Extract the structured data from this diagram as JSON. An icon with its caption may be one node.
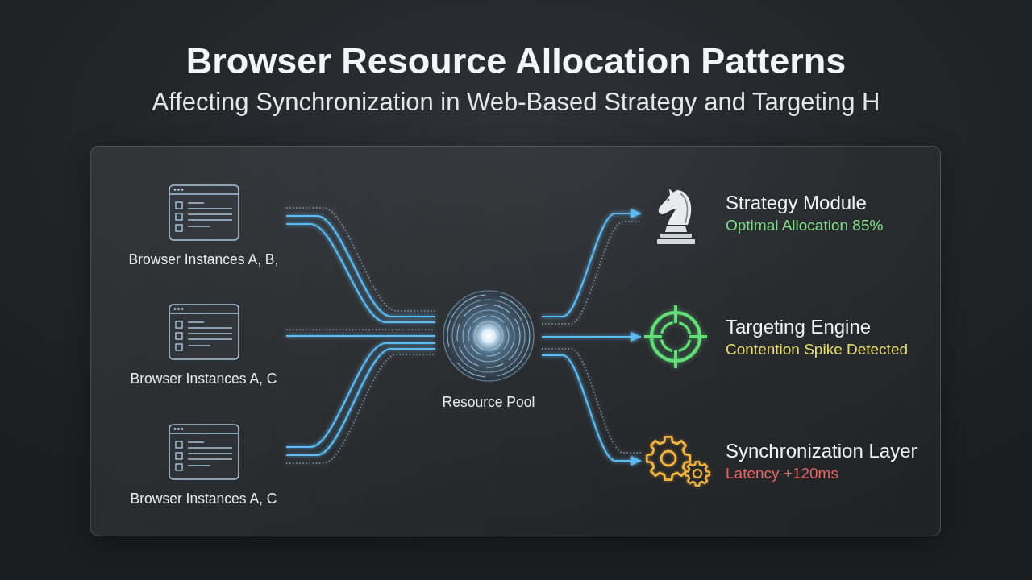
{
  "diagram": {
    "title": "Browser Resource Allocation Patterns",
    "nodes": [
      {
        "text": [
          "Browser Instances A, B,"
        ]
      },
      {
        "text": [
          "Browser Instances A, C"
        ]
      },
      {
        "text": [
          "Browser Instances A, C"
        ]
      },
      {
        "text": [
          "Resource Pool"
        ]
      },
      {
        "text": [
          "Strategy Module",
          "Optimal Allocation 85%"
        ]
      },
      {
        "text": [
          "Targeting Engine",
          "Contention Spike Detected"
        ]
      },
      {
        "text": [
          "Synchronization Layer",
          "Latency +120ms"
        ]
      }
    ],
    "edges": [
      {
        "from": 0,
        "to": 3,
        "arrow": "none"
      },
      {
        "from": 0,
        "to": 3,
        "arrow": "none"
      },
      {
        "from": 0,
        "to": 3,
        "arrow": "none",
        "style": "dashed"
      },
      {
        "from": 1,
        "to": 3,
        "arrow": "none",
        "style": "dashed"
      },
      {
        "from": 1,
        "to": 3,
        "arrow": "none"
      },
      {
        "from": 2,
        "to": 3,
        "arrow": "none"
      },
      {
        "from": 2,
        "to": 3,
        "arrow": "none"
      },
      {
        "from": 2,
        "to": 3,
        "arrow": "none",
        "style": "dashed"
      },
      {
        "from": 3,
        "to": 4,
        "arrow": "to"
      },
      {
        "from": 3,
        "to": 4,
        "arrow": "none",
        "style": "dashed"
      },
      {
        "from": 3,
        "to": 5,
        "arrow": "to"
      },
      {
        "from": 3,
        "to": 6,
        "arrow": "none",
        "style": "dashed"
      },
      {
        "from": 3,
        "to": 6,
        "arrow": "to"
      }
    ],
    "labels": [
      "Affecting Synchronization in Web-Based Strategy and Targeting H"
    ]
  }
}
